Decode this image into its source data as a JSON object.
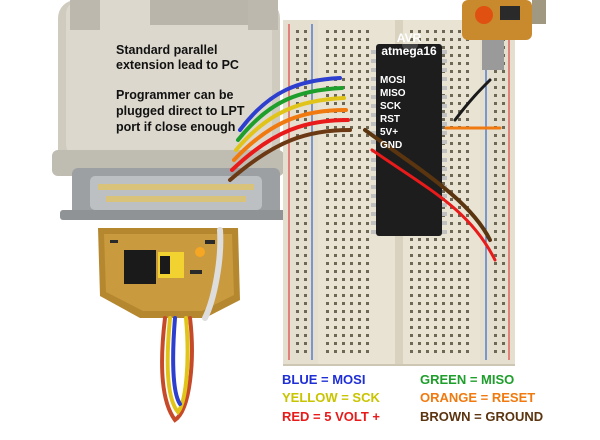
{
  "caption": {
    "line1": "Standard parallel",
    "line2": "extension lead to PC",
    "line3": "Programmer can be",
    "line4": "plugged direct to LPT",
    "line5": "port if close enough"
  },
  "chip": {
    "brand": "AVR",
    "model": "atmega16",
    "pins": [
      "MOSI",
      "MISO",
      "SCK",
      "RST",
      "5V+",
      "GND"
    ]
  },
  "legend": [
    {
      "text": "BLUE = MOSI",
      "color": "#1f2fd6"
    },
    {
      "text": "GREEN = MISO",
      "color": "#1e9e2b"
    },
    {
      "text": "YELLOW = SCK",
      "color": "#c9c400"
    },
    {
      "text": "ORANGE = RESET",
      "color": "#f07a10"
    },
    {
      "text": "RED = 5 VOLT +",
      "color": "#e81a1a"
    },
    {
      "text": "BROWN = GROUND",
      "color": "#5b3410"
    }
  ]
}
